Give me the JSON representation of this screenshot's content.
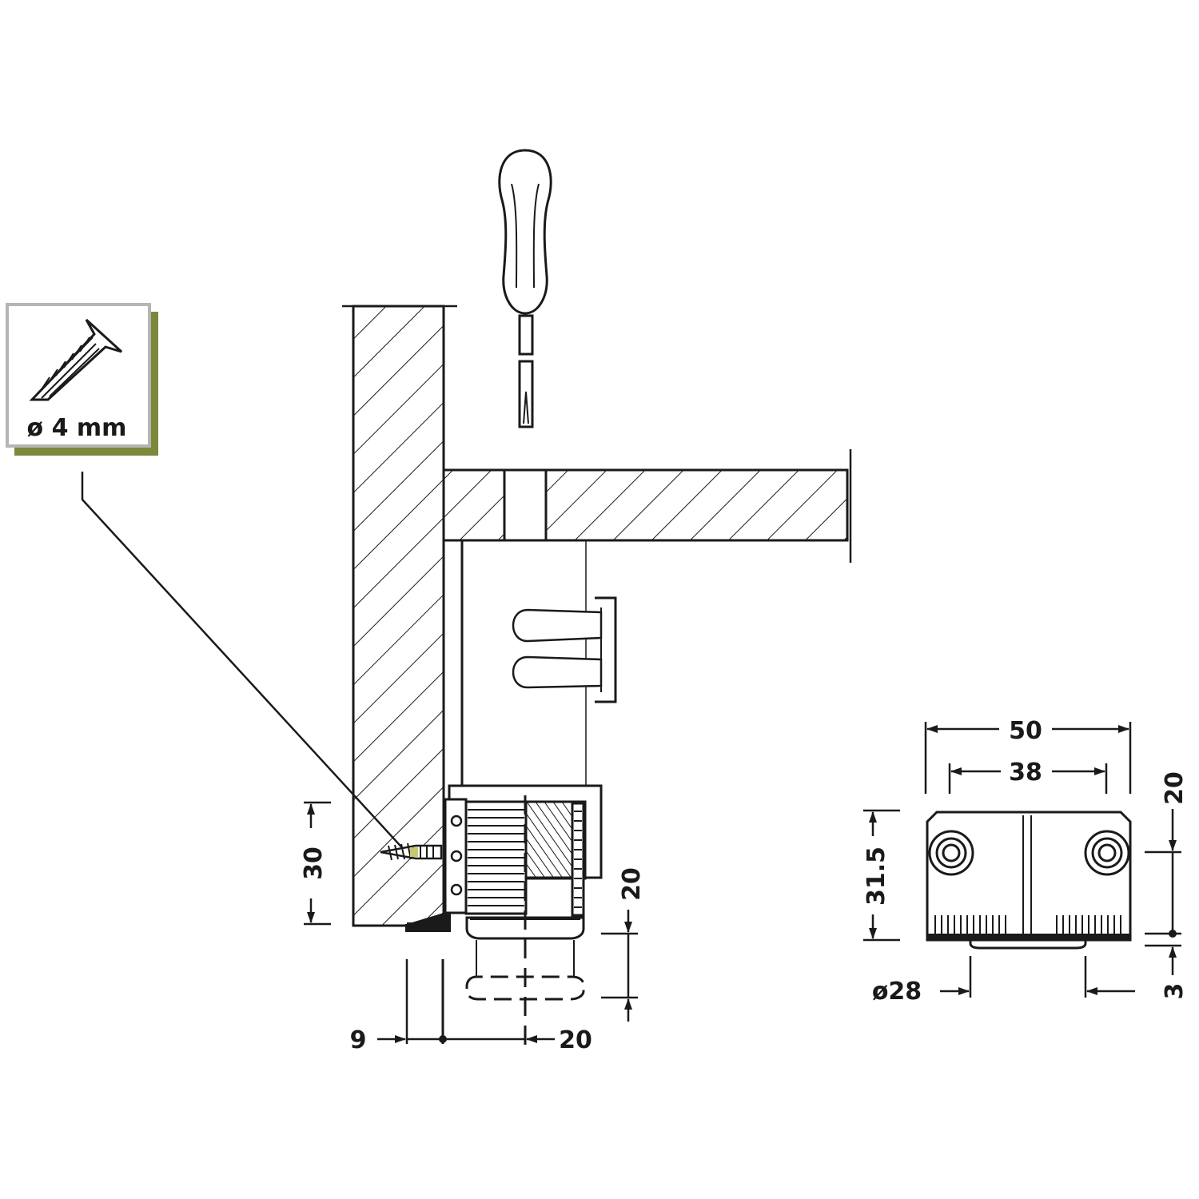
{
  "colors": {
    "line": "#1a1a1a",
    "screw_badge_shadow": "#7a8a3a",
    "screw_badge_border": "#b5b5b5",
    "screw_tip_highlight": "#c8c870"
  },
  "icons": [
    "screw-icon",
    "screwdriver-icon"
  ],
  "screw_badge": {
    "label": "ø 4 mm"
  },
  "side_view": {
    "dim_30": "30",
    "dim_20_vertical": "20",
    "dim_9": "9",
    "dim_20_horizontal": "20"
  },
  "front_view": {
    "dim_50": "50",
    "dim_38": "38",
    "dim_31_5": "31.5",
    "dim_20": "20",
    "dim_28": "ø28",
    "dim_3": "3"
  }
}
